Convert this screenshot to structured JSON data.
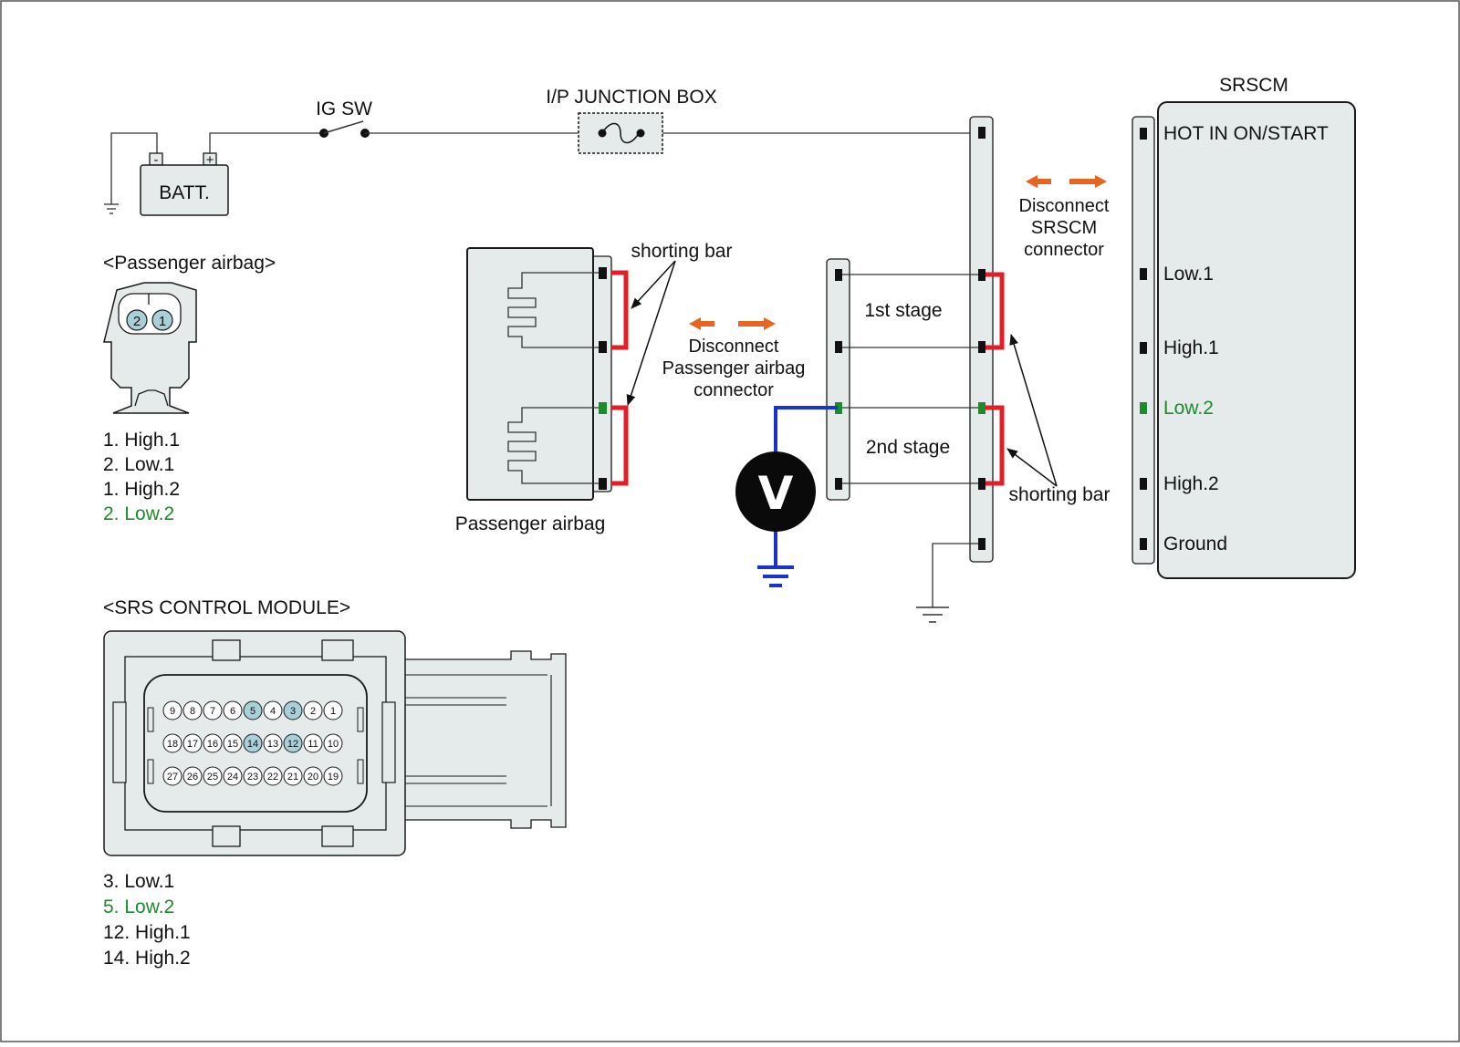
{
  "colors": {
    "background": "#ffffff",
    "panel_fill": "#e4ebea",
    "outline": "#1a1a1a",
    "wire": "#333333",
    "shorting_bar": "#e31e24",
    "probe_wire": "#1a33cc",
    "arrow_orange": "#e8651f",
    "highlight_green": "#1e8a2e",
    "pin_highlight": "#a9cfd9",
    "terminal": "#111111",
    "terminal_green": "#1e8a2e"
  },
  "power": {
    "battery_label": "BATT.",
    "battery_minus": "-",
    "battery_plus": "+",
    "ignition_label": "IG SW",
    "junction_label": "I/P JUNCTION BOX"
  },
  "srscm": {
    "title": "SRSCM",
    "pins": [
      {
        "label": "HOT IN ON/START",
        "highlight": false
      },
      {
        "label": "Low.1",
        "highlight": false
      },
      {
        "label": "High.1",
        "highlight": false
      },
      {
        "label": "Low.2",
        "highlight": true
      },
      {
        "label": "High.2",
        "highlight": false
      },
      {
        "label": "Ground",
        "highlight": false
      }
    ],
    "disconnect_text": [
      "Disconnect",
      "SRSCM",
      "connector"
    ]
  },
  "harness": {
    "stage1": "1st stage",
    "stage2": "2nd stage",
    "shorting_bar": "shorting bar"
  },
  "passenger_airbag": {
    "label": "Passenger airbag",
    "shorting_bar": "shorting bar",
    "disconnect_text": [
      "Disconnect",
      "Passenger airbag",
      "connector"
    ]
  },
  "meter": {
    "symbol": "V"
  },
  "passenger_connector": {
    "title": "<Passenger airbag>",
    "cavities": [
      "2",
      "1"
    ],
    "legend": [
      {
        "text": "1. High.1",
        "highlight": false
      },
      {
        "text": "2. Low.1",
        "highlight": false
      },
      {
        "text": "1. High.2",
        "highlight": false
      },
      {
        "text": "2. Low.2",
        "highlight": true
      }
    ]
  },
  "srs_module": {
    "title": "<SRS CONTROL MODULE>",
    "rows": [
      [
        "9",
        "8",
        "7",
        "6",
        "5",
        "4",
        "3",
        "2",
        "1"
      ],
      [
        "18",
        "17",
        "16",
        "15",
        "14",
        "13",
        "12",
        "11",
        "10"
      ],
      [
        "27",
        "26",
        "25",
        "24",
        "23",
        "22",
        "21",
        "20",
        "19"
      ]
    ],
    "highlighted_pins": [
      "5",
      "3",
      "14",
      "12"
    ],
    "legend": [
      {
        "text": "3. Low.1",
        "highlight": false
      },
      {
        "text": "5. Low.2",
        "highlight": true
      },
      {
        "text": "12. High.1",
        "highlight": false
      },
      {
        "text": "14. High.2",
        "highlight": false
      }
    ]
  }
}
